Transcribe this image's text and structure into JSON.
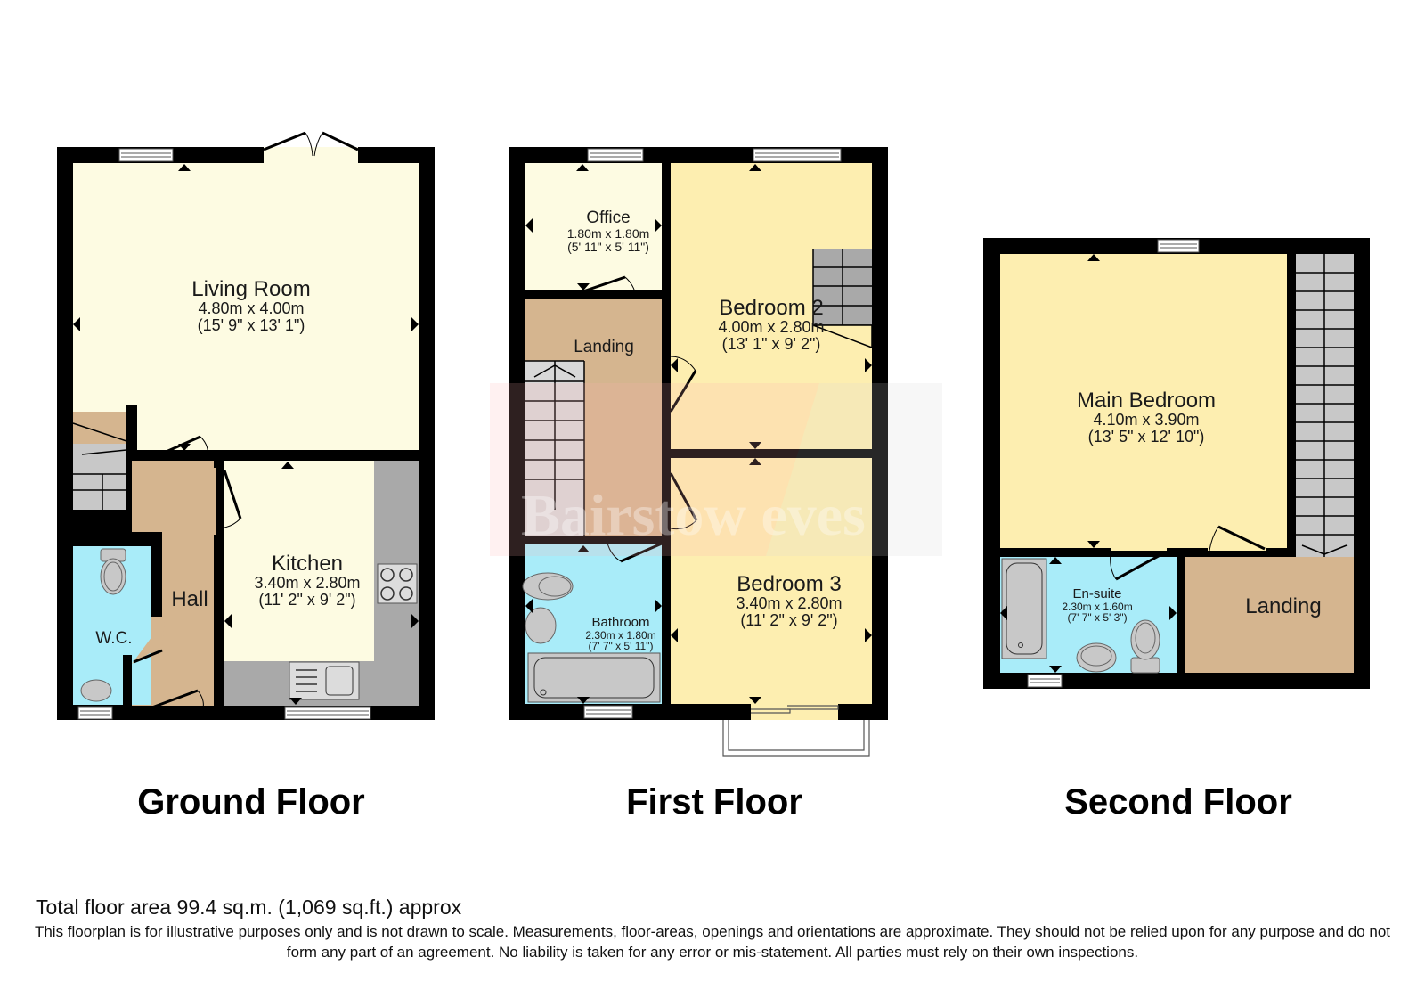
{
  "watermark": "Bairstow eves",
  "floors": [
    {
      "title": "Ground Floor",
      "rooms": [
        {
          "name": "Living Room",
          "dim_m": "4.80m x 4.00m",
          "dim_ft": "(15' 9\" x 13' 1\")"
        },
        {
          "name": "Kitchen",
          "dim_m": "3.40m x 2.80m",
          "dim_ft": "(11' 2\" x 9' 2\")"
        },
        {
          "name": "Hall"
        },
        {
          "name": "W.C."
        }
      ]
    },
    {
      "title": "First Floor",
      "rooms": [
        {
          "name": "Office",
          "dim_m": "1.80m x 1.80m",
          "dim_ft": "(5' 11\" x 5' 11\")"
        },
        {
          "name": "Bedroom 2",
          "dim_m": "4.00m x 2.80m",
          "dim_ft": "(13' 1\" x 9' 2\")"
        },
        {
          "name": "Landing"
        },
        {
          "name": "Bathroom",
          "dim_m": "2.30m x 1.80m",
          "dim_ft": "(7' 7\" x 5' 11\")"
        },
        {
          "name": "Bedroom 3",
          "dim_m": "3.40m x 2.80m",
          "dim_ft": "(11' 2\" x 9' 2\")"
        }
      ]
    },
    {
      "title": "Second Floor",
      "rooms": [
        {
          "name": "Main Bedroom",
          "dim_m": "4.10m x 3.90m",
          "dim_ft": "(13' 5\" x 12' 10\")"
        },
        {
          "name": "En-suite",
          "dim_m": "2.30m x 1.60m",
          "dim_ft": "(7' 7\" x 5' 3\")"
        },
        {
          "name": "Landing"
        }
      ]
    }
  ],
  "footer": {
    "total_area": "Total floor area 99.4 sq.m. (1,069 sq.ft.) approx",
    "disclaimer": "This floorplan is for illustrative purposes only and is not drawn to scale. Measurements, floor-areas, openings and orientations are approximate. They should not be relied upon for any purpose and do not form any part of an agreement. No liability is taken for any error or mis-statement. All parties must rely on their own inspections."
  },
  "colors": {
    "wall": "#000000",
    "living": "#fdfbe2",
    "bedroom": "#fdeeb0",
    "hall": "#d5b58f",
    "wet_room": "#a9ecf9",
    "stairs": "#c8c8c8",
    "kitchen_units": "#a9a9a9"
  }
}
